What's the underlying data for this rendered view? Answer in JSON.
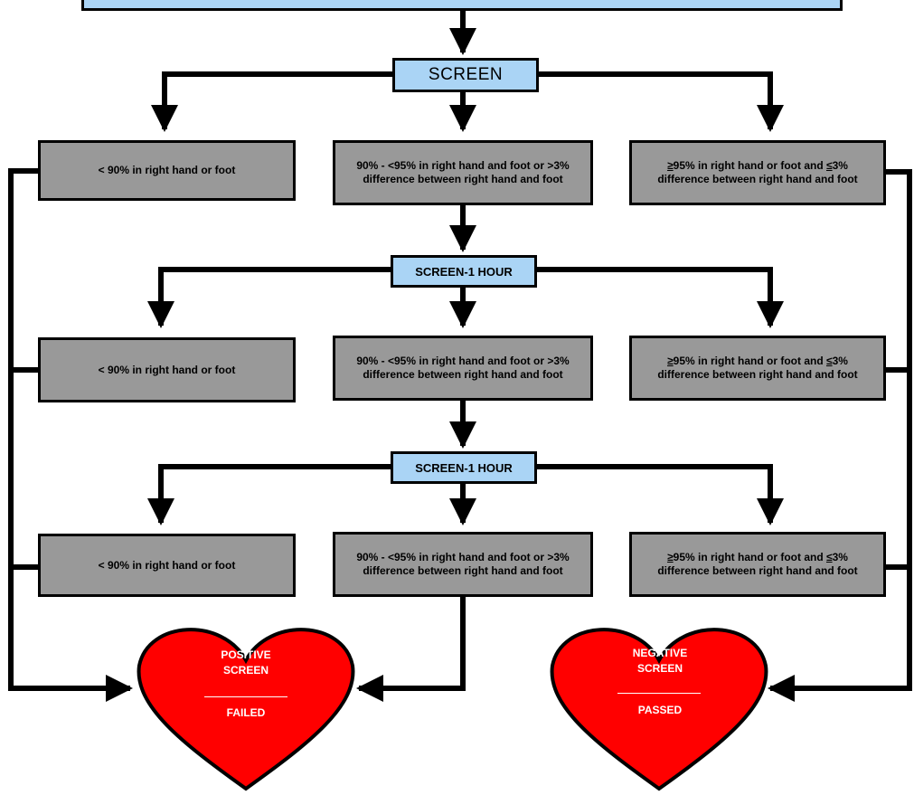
{
  "screens": {
    "first": "SCREEN",
    "second": "SCREEN-1 HOUR",
    "third": "SCREEN-1 HOUR"
  },
  "result_text": {
    "low": "< 90% in right hand or foot",
    "mid": "90% - <95% in right hand and foot or >3% difference between right hand and foot",
    "high_prefix": "",
    "high_ge": "≥",
    "high_part1": "95% in right hand or foot and ",
    "high_le": "≤",
    "high_part2": "3% difference between right hand and foot"
  },
  "outcomes": {
    "positive_title": "POSITIVE SCREEN",
    "positive_status": "FAILED",
    "negative_title": "NEGATIVE SCREEN",
    "negative_status": "PASSED"
  },
  "colors": {
    "screen_fill": "#aad4f5",
    "result_fill": "#999999",
    "heart_fill": "#ff0000",
    "line": "#000000"
  }
}
